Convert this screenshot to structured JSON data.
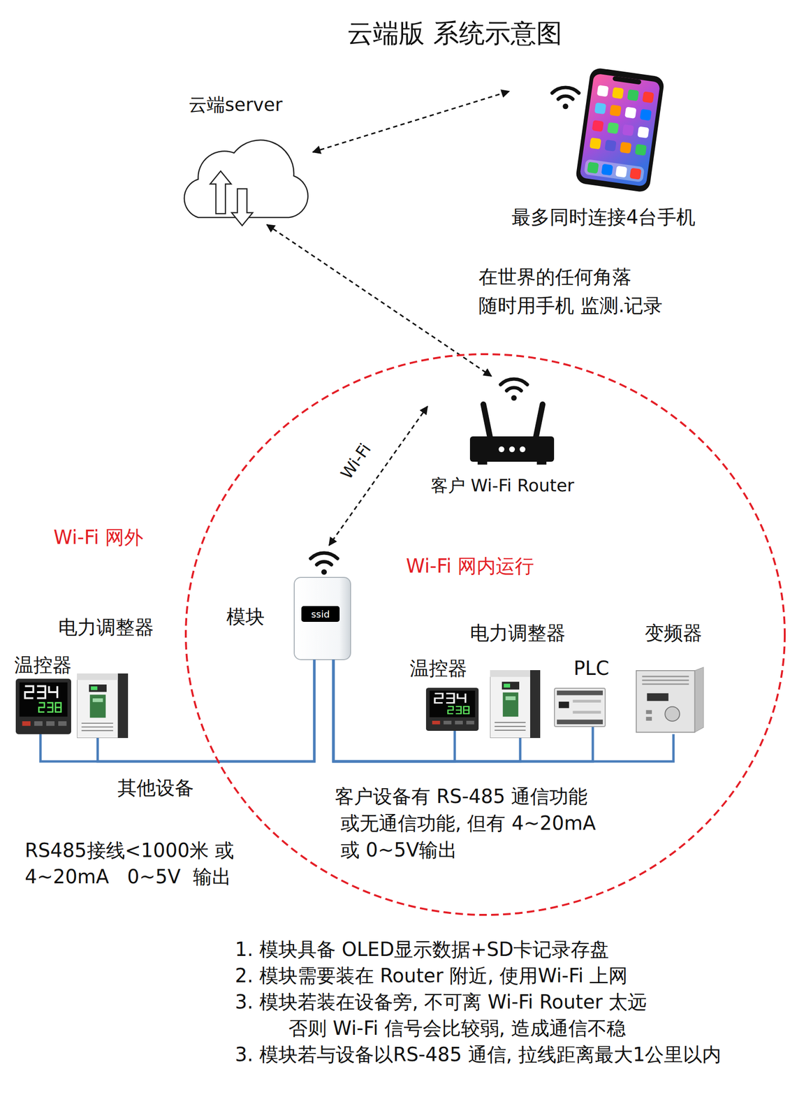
{
  "diagram": {
    "title": "云端版 系统示意图",
    "nodes": [
      {
        "text": [
          "云端server"
        ]
      },
      {
        "text": [
          "最多同时连接4台手机"
        ]
      },
      {
        "text": [
          "Wi-Fi 网内运行"
        ]
      },
      {
        "text": [
          "客户 Wi-Fi Router"
        ],
        "in": 2
      },
      {
        "text": [
          "模块"
        ],
        "in": 2
      },
      {
        "text": [
          "ssid"
        ],
        "in": 4
      },
      {
        "text": [
          "温控器"
        ]
      },
      {
        "text": [
          "电力调整器"
        ]
      },
      {
        "text": [
          "温控器"
        ],
        "in": 2
      },
      {
        "text": [
          "电力调整器"
        ],
        "in": 2
      },
      {
        "text": [
          "PLC"
        ],
        "in": 2
      },
      {
        "text": [
          "变频器"
        ],
        "in": 2
      }
    ],
    "edges": [
      {
        "from": 0,
        "to": 1,
        "arrow": "both"
      },
      {
        "from": 0,
        "to": 3,
        "arrow": "both"
      },
      {
        "from": 3,
        "to": 4,
        "label": "Wi-Fi",
        "arrow": "both"
      },
      {
        "from": 4,
        "to": 6,
        "arrow": "none"
      },
      {
        "from": 4,
        "to": 7,
        "arrow": "none"
      },
      {
        "from": 4,
        "to": 8,
        "arrow": "none"
      },
      {
        "from": 4,
        "to": 9,
        "arrow": "none"
      },
      {
        "from": 4,
        "to": 10,
        "arrow": "none"
      },
      {
        "from": 4,
        "to": 11,
        "arrow": "none"
      }
    ],
    "labels": [
      "在世界的任何角落",
      "随时用手机 监测.记录",
      "Wi-Fi 网外",
      "其他设备",
      "RS485接线<1000米 或",
      "4~20mA   0~5V  输出",
      "客户设备有 RS-485 通信功能",
      "或无通信功能, 但有 4~20mA",
      "或 0~5V输出",
      "1. 模块具备 OLED显示数据+SD卡记录存盘",
      "2. 模块需要装在 Router 附近, 使用Wi-Fi 上网",
      "3. 模块若装在设备旁, 不可离 Wi-Fi Router 太远",
      "否则 Wi-Fi 信号会比较弱, 造成通信不稳",
      "3. 模块若与设备以RS-485 通信, 拉线距离最大1公里以内"
    ]
  }
}
